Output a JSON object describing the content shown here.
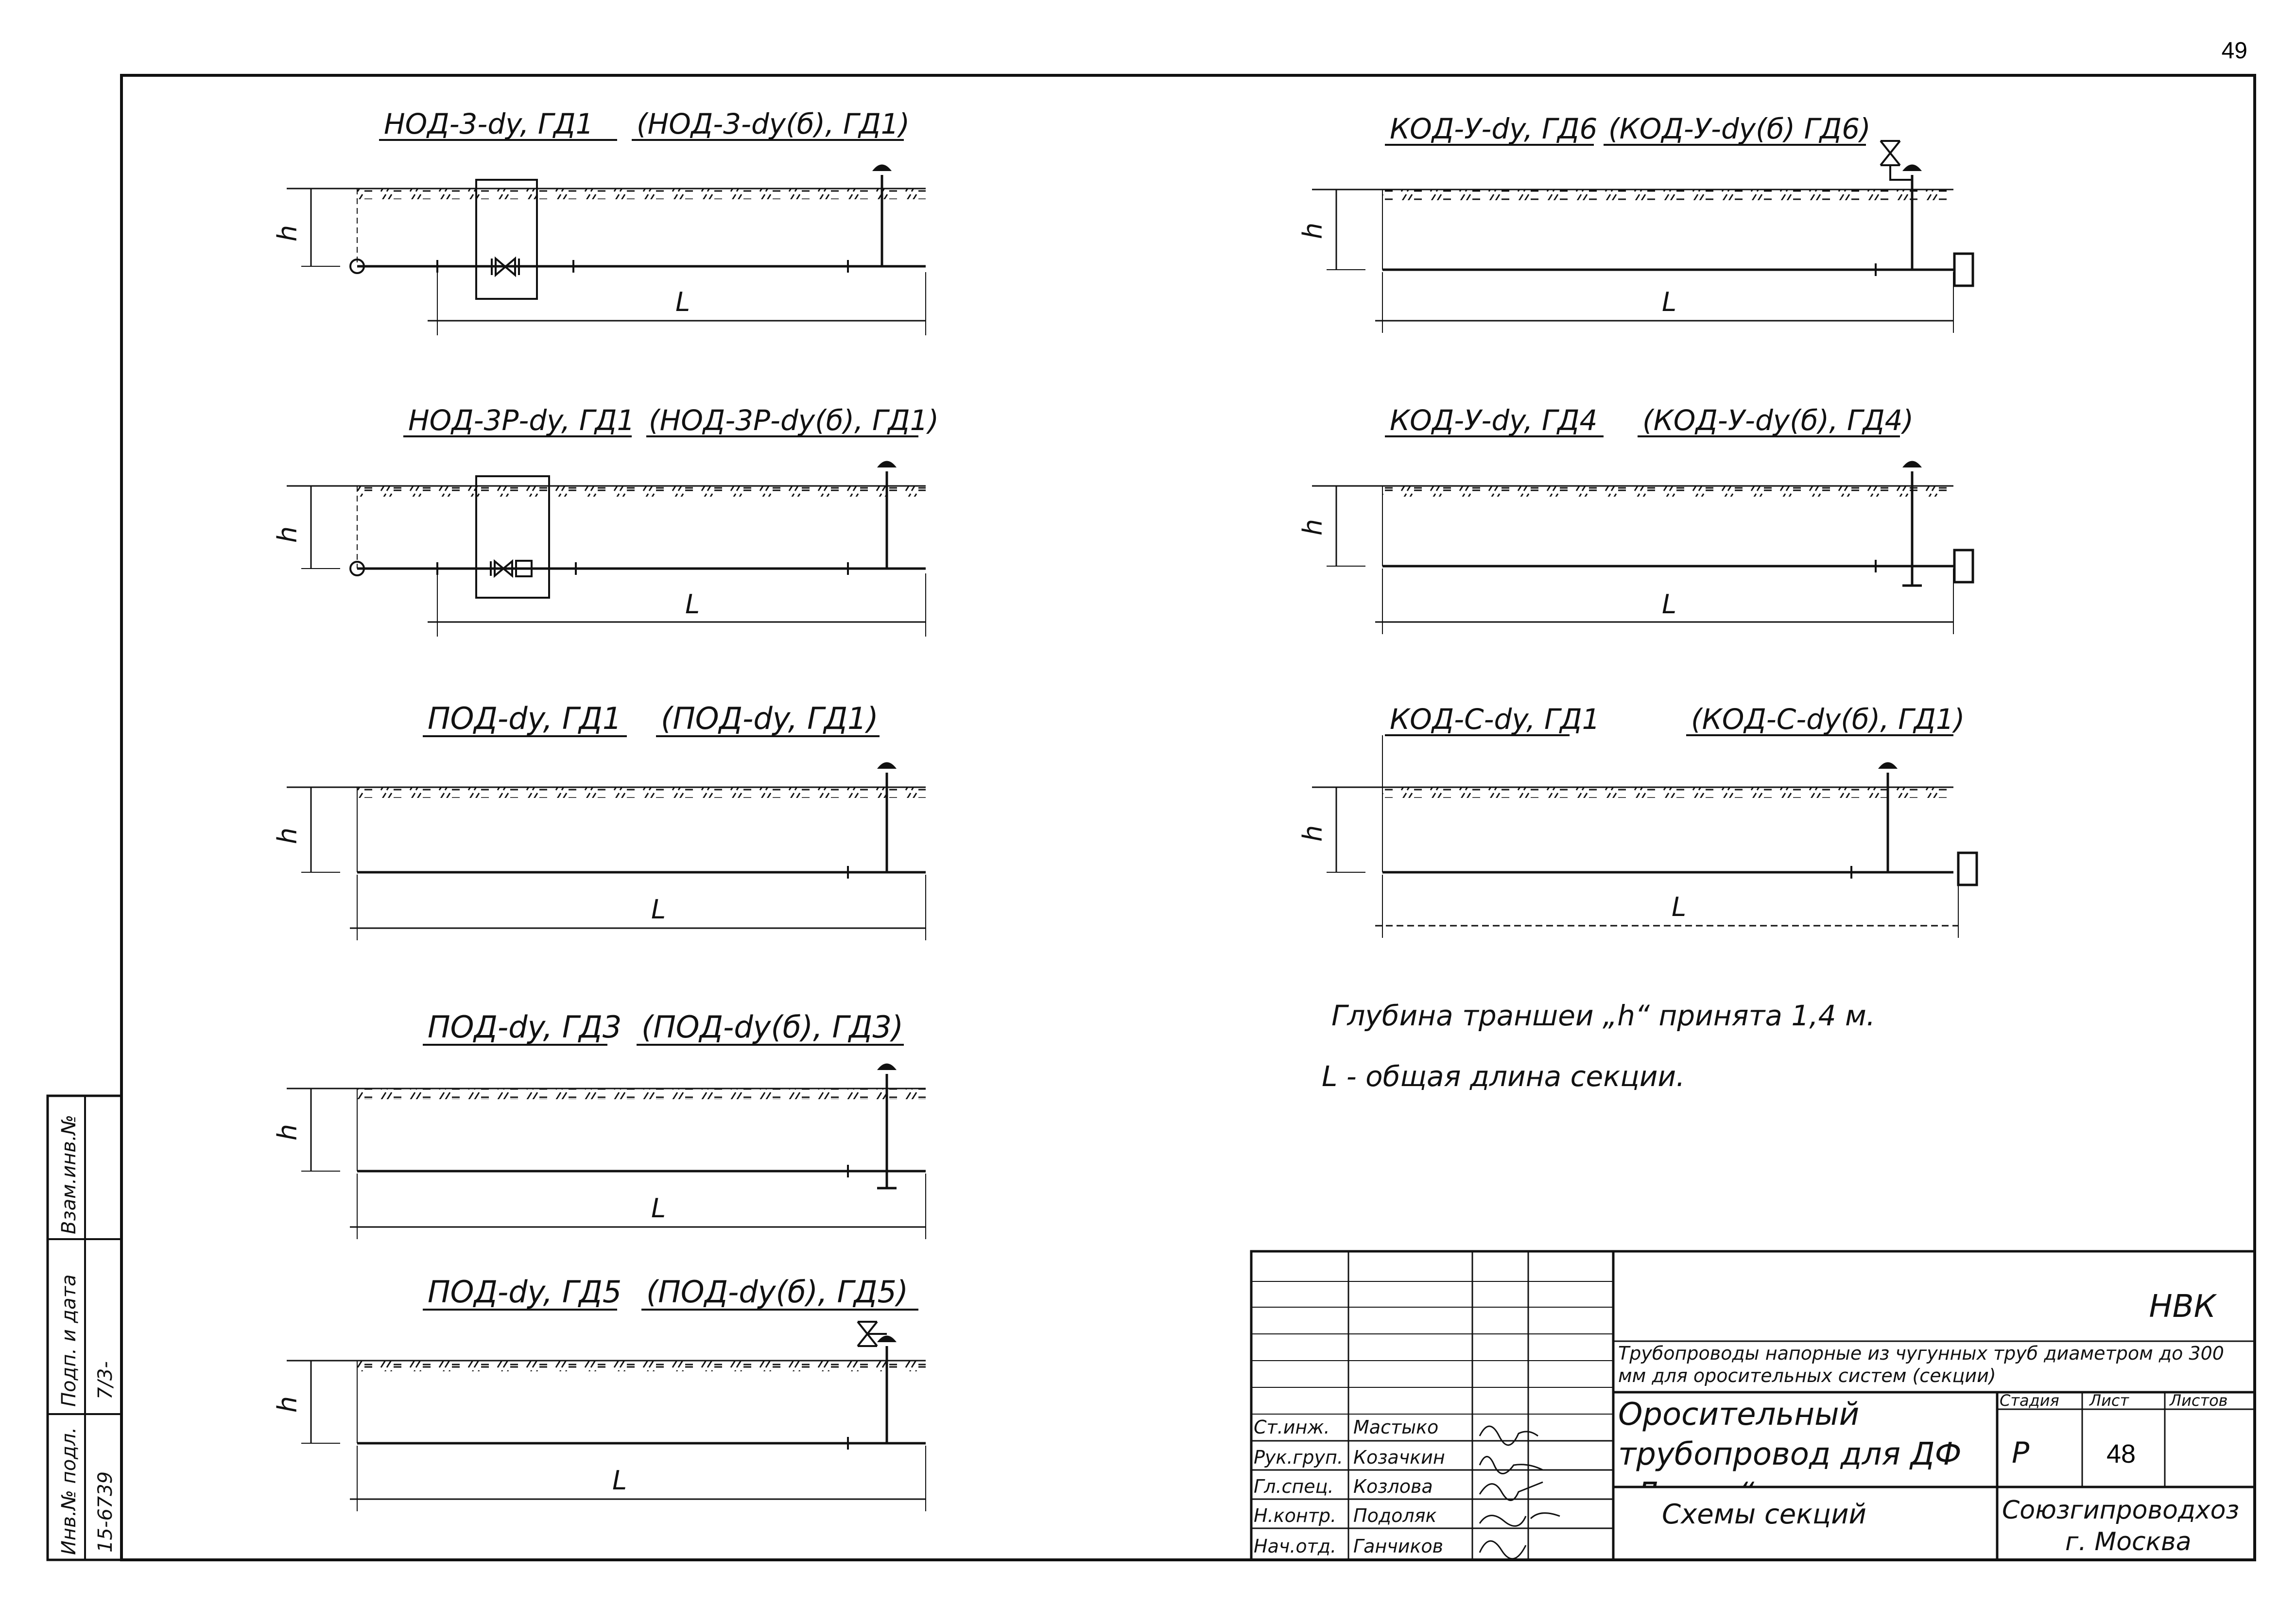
{
  "page_number": "49",
  "sections_left": [
    {
      "title": "НОД-3-dy, ГД1",
      "alt_title": "(НОД-3-dy(б), ГД1)",
      "dim_h": "h",
      "dim_l": "L"
    },
    {
      "title": "НОД-3Р-dy, ГД1",
      "alt_title": "(НОД-3Р-dy(б), ГД1)",
      "dim_h": "h",
      "dim_l": "L"
    },
    {
      "title": "ПОД-dy, ГД1",
      "alt_title": "(ПОД-dy, ГД1)",
      "dim_h": "h",
      "dim_l": "L"
    },
    {
      "title": "ПОД-dy, ГД3",
      "alt_title": "(ПОД-dy(б), ГД3)",
      "dim_h": "h",
      "dim_l": "L"
    },
    {
      "title": "ПОД-dy, ГД5",
      "alt_title": "(ПОД-dy(б), ГД5)",
      "dim_h": "h",
      "dim_l": "L"
    }
  ],
  "sections_right": [
    {
      "title": "КОД-У-dy, ГД6",
      "alt_title": "(КОД-У-dy(б) ГД6)",
      "dim_h": "h",
      "dim_l": "L"
    },
    {
      "title": "КОД-У-dy, ГД4",
      "alt_title": "(КОД-У-dy(б), ГД4)",
      "dim_h": "h",
      "dim_l": "L"
    },
    {
      "title": "КОД-С-dy, ГД1",
      "alt_title": "(КОД-С-dy(б), ГД1)",
      "dim_h": "h",
      "dim_l": "L"
    }
  ],
  "notes": [
    "Глубина траншеи „h“ принята 1,4 м.",
    "L - общая длина секции."
  ],
  "side_stamp": {
    "cells": [
      "Инв.№ подл.",
      "Подп. и дата",
      "Взам.инв.№"
    ],
    "values": [
      "15-6739",
      "7/3-",
      ""
    ]
  },
  "title_block": {
    "code": "НВК",
    "description": "Трубопроводы напорные из чугунных труб диаметром до 300 мм для оросительных систем (секции)",
    "project": "Оросительный трубопровод для ДФ „Днепр“",
    "sheet_title": "Схемы секций",
    "stage_header": "Стадия",
    "sheet_header": "Лист",
    "sheets_header": "Листов",
    "stage": "Р",
    "sheet": "48",
    "org": "Союзгипроводхоз",
    "city": "г. Москва",
    "signatures": [
      {
        "role": "Ст.инж.",
        "name": "Мастыко"
      },
      {
        "role": "Рук.груп.",
        "name": "Козачкин"
      },
      {
        "role": "Гл.спец.",
        "name": "Козлова"
      },
      {
        "role": "Н.контр.",
        "name": "Подоляк"
      },
      {
        "role": "Нач.отд.",
        "name": "Ганчиков"
      }
    ]
  }
}
